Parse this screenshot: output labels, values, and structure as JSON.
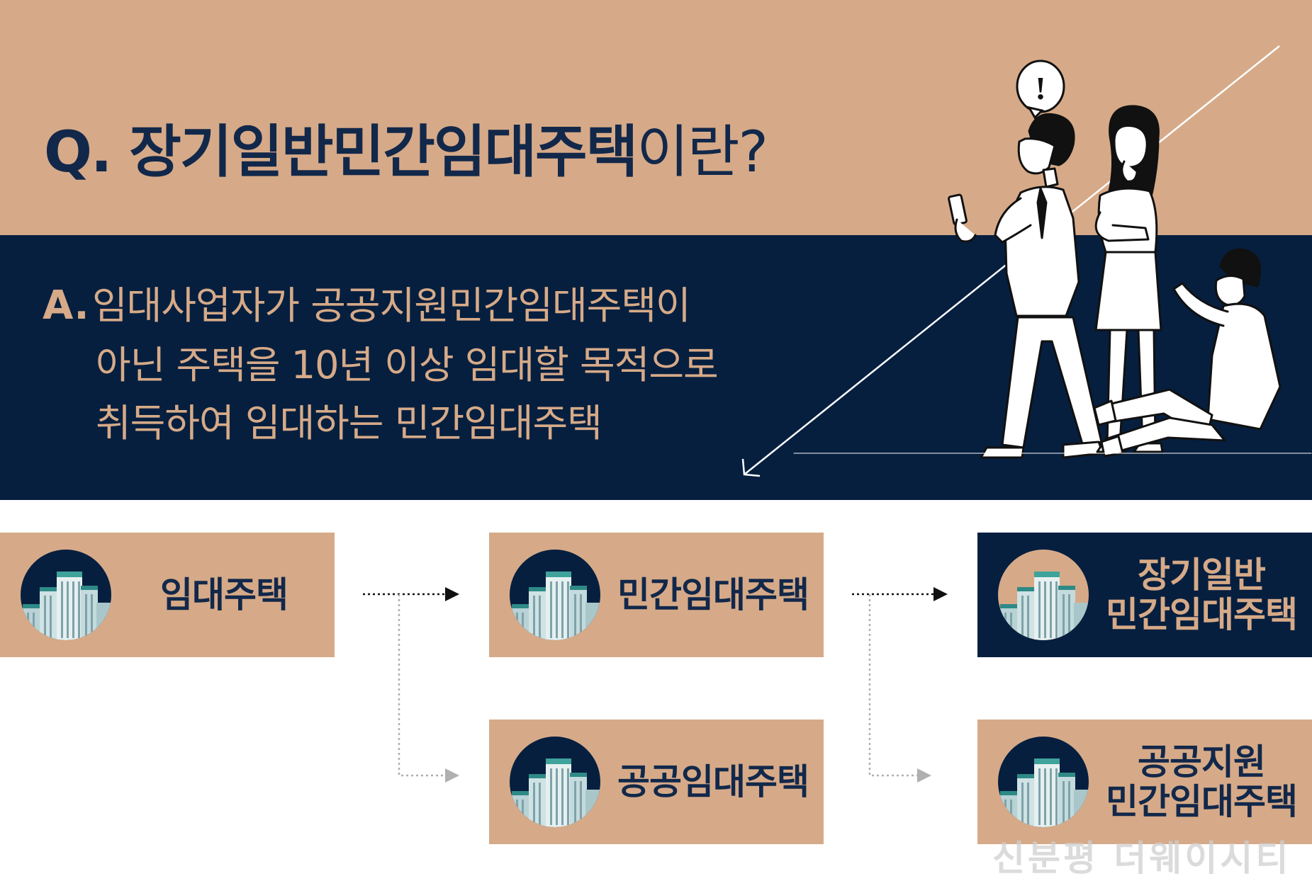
{
  "question": {
    "prefix": "Q. ",
    "keyword": "장기일반민간임대주택",
    "suffix": "이란?"
  },
  "answer": {
    "label": "A.",
    "lines": [
      "임대사업자가 공공지원민간임대주택이",
      "아닌 주택을 10년 이상 임대할 목적으로",
      "취득하여 임대하는 민간임대주택"
    ]
  },
  "boxes": {
    "rental": {
      "label": "임대주택"
    },
    "private_rental": {
      "label": "민간임대주택"
    },
    "public_rental": {
      "label": "공공임대주택"
    },
    "long_term_general": {
      "line1": "장기일반",
      "line2": "민간임대주택"
    },
    "public_support": {
      "line1": "공공지원",
      "line2": "민간임대주택"
    }
  },
  "illustration": {
    "speech_bubble": "!",
    "description_icon": "people-group-icon"
  },
  "watermark": "신분평 더웨이시티",
  "colors": {
    "tan": "#d6aa88",
    "navy": "#061f3f",
    "text_navy": "#12284a",
    "white": "#ffffff"
  }
}
